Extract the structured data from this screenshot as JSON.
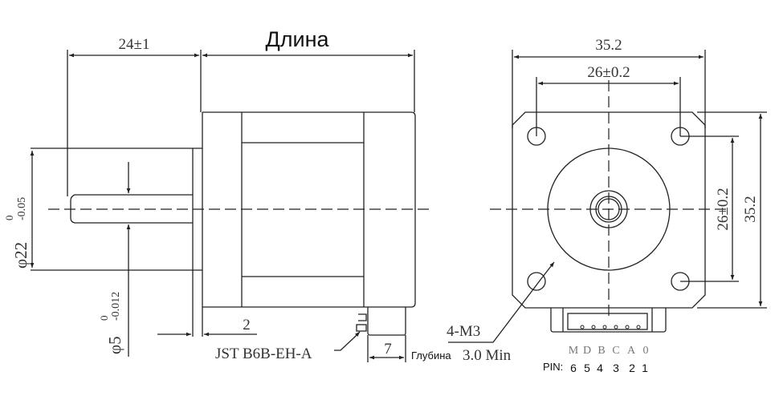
{
  "drawing": {
    "side_view": {
      "shaft_length_label": "24±1",
      "body_length_label": "Длина",
      "flange_diameter": {
        "main": "φ22",
        "upper_tol": "0",
        "lower_tol": "-0.05"
      },
      "shaft_diameter": {
        "main": "φ5",
        "upper_tol": "0",
        "lower_tol": "-0.012"
      },
      "boss_height_label": "2",
      "connector_label": "JST B6B-EH-A",
      "connector_offset_label": "7"
    },
    "front_view": {
      "width_label": "35.2",
      "hole_spacing_label": "26±0.2",
      "height_label": "35.2",
      "vertical_hole_spacing_label": "26±0.2",
      "mount_holes_label": "4-M3",
      "depth_prefix": "Глубина",
      "depth_value": "3.0 Min",
      "pin_prefix": "PIN:",
      "pin_letters": [
        "M",
        "D",
        "B",
        "C",
        "A",
        "0"
      ],
      "pin_numbers": [
        "6",
        "5",
        "4",
        "3",
        "2",
        "1"
      ]
    },
    "colors": {
      "line": "#222222",
      "background": "#ffffff",
      "pin_letter": "#777777"
    }
  }
}
